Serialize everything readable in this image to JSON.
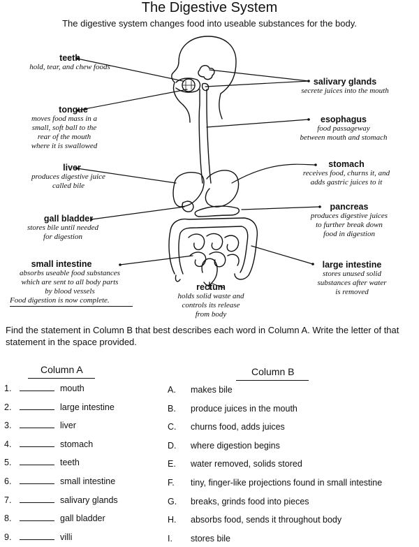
{
  "title": "The Digestive System",
  "subtitle": "The digestive system changes food into useable substances for the body.",
  "labels": {
    "teeth": {
      "name": "teeth",
      "desc": [
        "hold, tear, and chew foods"
      ]
    },
    "tongue": {
      "name": "tongue",
      "desc": [
        "moves food mass in a",
        "small, soft ball to the",
        "rear of the mouth",
        "where it is swallowed"
      ]
    },
    "liver": {
      "name": "liver",
      "desc": [
        "produces digestive juice",
        "called bile"
      ]
    },
    "gall_bladder": {
      "name": "gall bladder",
      "desc": [
        "stores bile until needed",
        "for digestion"
      ]
    },
    "small_intestine": {
      "name": "small intestine",
      "desc": [
        "absorbs useable food substances",
        "which are sent to all body parts",
        "by blood vessels"
      ],
      "note": "Food digestion is now complete."
    },
    "rectum": {
      "name": "rectum",
      "desc": [
        "holds solid waste and",
        "controls its release",
        "from body"
      ]
    },
    "salivary_glands": {
      "name": "salivary glands",
      "desc": [
        "secrete juices into the mouth"
      ]
    },
    "esophagus": {
      "name": "esophagus",
      "desc": [
        "food passageway",
        "between mouth and stomach"
      ]
    },
    "stomach": {
      "name": "stomach",
      "desc": [
        "receives food, churns it, and",
        "adds gastric juices to it"
      ]
    },
    "pancreas": {
      "name": "pancreas",
      "desc": [
        "produces digestive juices",
        "to further break down",
        "food in digestion"
      ]
    },
    "large_intestine": {
      "name": "large intestine",
      "desc": [
        "stores unused solid",
        "substances after water",
        "is removed"
      ]
    }
  },
  "instructions": "Find the statement in Column B that best describes each word in Column A. Write the letter of that statement in the space provided.",
  "column_a": {
    "heading": "Column A",
    "items": [
      {
        "num": "1.",
        "text": "mouth"
      },
      {
        "num": "2.",
        "text": "large intestine"
      },
      {
        "num": "3.",
        "text": "liver"
      },
      {
        "num": "4.",
        "text": "stomach"
      },
      {
        "num": "5.",
        "text": "teeth"
      },
      {
        "num": "6.",
        "text": "small intestine"
      },
      {
        "num": "7.",
        "text": "salivary glands"
      },
      {
        "num": "8.",
        "text": "gall bladder"
      },
      {
        "num": "9.",
        "text": "villi"
      }
    ]
  },
  "column_b": {
    "heading": "Column B",
    "items": [
      {
        "letter": "A.",
        "text": "makes bile"
      },
      {
        "letter": "B.",
        "text": "produce juices in the mouth"
      },
      {
        "letter": "C.",
        "text": "churns food, adds juices"
      },
      {
        "letter": "D.",
        "text": "where digestion begins"
      },
      {
        "letter": "E.",
        "text": "water removed, solids stored"
      },
      {
        "letter": "F.",
        "text": "tiny, finger-like projections found in small intestine"
      },
      {
        "letter": "G.",
        "text": "breaks, grinds food into pieces"
      },
      {
        "letter": "H.",
        "text": "absorbs food, sends it throughout body"
      },
      {
        "letter": "I.",
        "text": "stores bile"
      }
    ]
  }
}
